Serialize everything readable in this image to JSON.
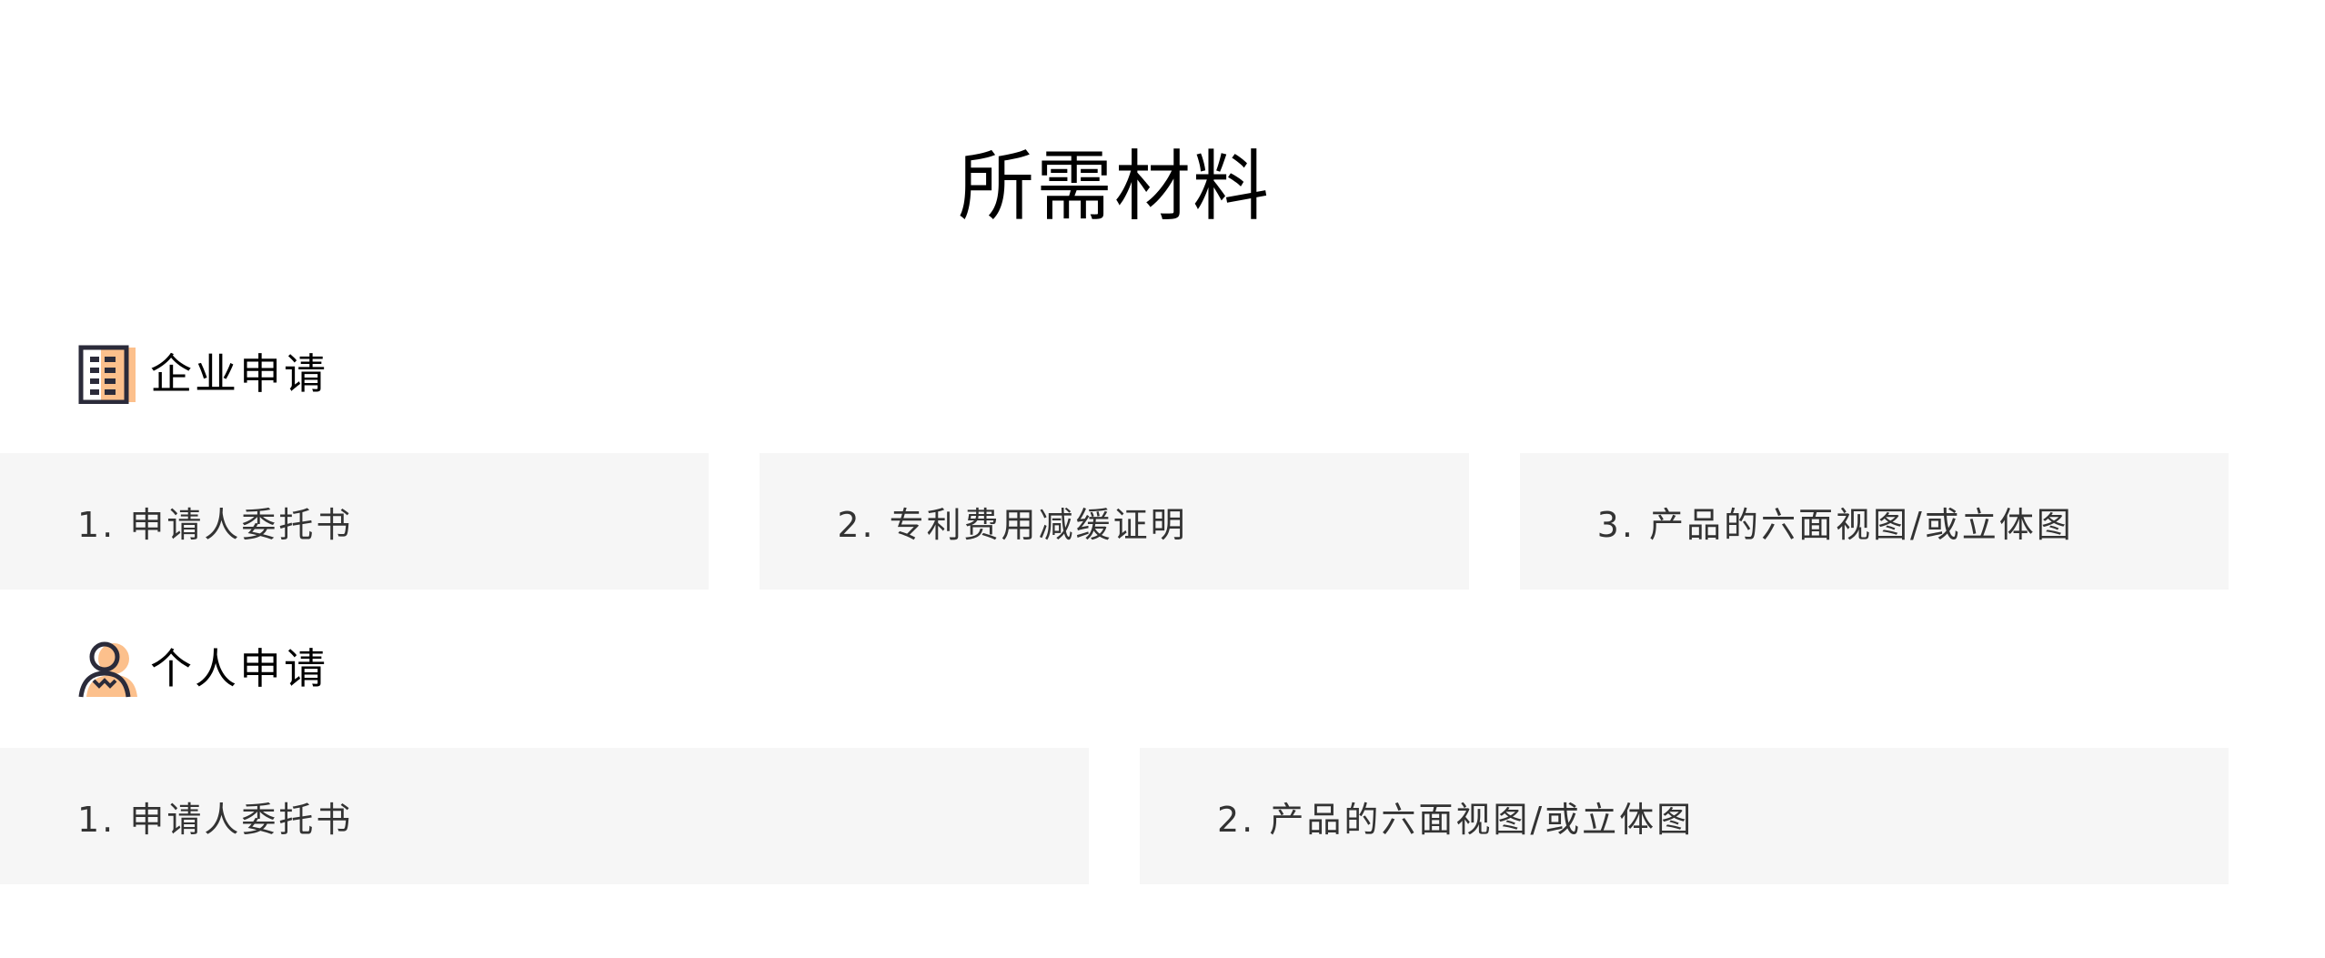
{
  "page": {
    "title": "所需材料"
  },
  "sections": [
    {
      "heading": "企业申请",
      "icon": "building-icon",
      "items": [
        "1. 申请人委托书",
        "2. 专利费用减缓证明",
        "3. 产品的六面视图/或立体图"
      ]
    },
    {
      "heading": "个人申请",
      "icon": "person-icon",
      "items": [
        "1. 申请人委托书",
        "2. 产品的六面视图/或立体图"
      ]
    }
  ],
  "colors": {
    "accent": "#fcc08c",
    "icon_stroke": "#2b2b3a",
    "card_bg": "#f6f6f6"
  }
}
